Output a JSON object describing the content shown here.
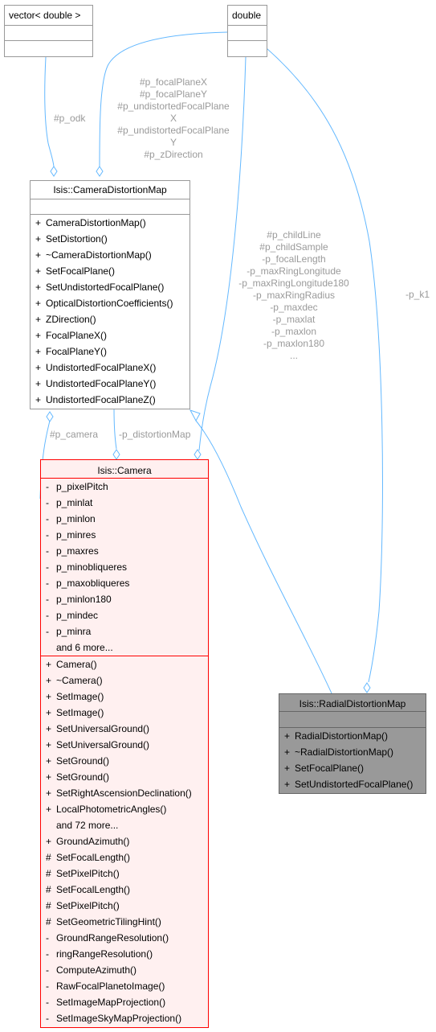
{
  "nodes": {
    "vector": {
      "title": "vector< double >"
    },
    "double": {
      "title": "double"
    },
    "cdm": {
      "title": "Isis::CameraDistortionMap",
      "methods": [
        {
          "prefix": "+",
          "name": "CameraDistortionMap()"
        },
        {
          "prefix": "+",
          "name": "SetDistortion()"
        },
        {
          "prefix": "+",
          "name": "~CameraDistortionMap()"
        },
        {
          "prefix": "+",
          "name": "SetFocalPlane()"
        },
        {
          "prefix": "+",
          "name": "SetUndistortedFocalPlane()"
        },
        {
          "prefix": "+",
          "name": "OpticalDistortionCoefficients()"
        },
        {
          "prefix": "+",
          "name": "ZDirection()"
        },
        {
          "prefix": "+",
          "name": "FocalPlaneX()"
        },
        {
          "prefix": "+",
          "name": "FocalPlaneY()"
        },
        {
          "prefix": "+",
          "name": "UndistortedFocalPlaneX()"
        },
        {
          "prefix": "+",
          "name": "UndistortedFocalPlaneY()"
        },
        {
          "prefix": "+",
          "name": "UndistortedFocalPlaneZ()"
        }
      ]
    },
    "camera": {
      "title": "Isis::Camera",
      "attributes": [
        {
          "prefix": "-",
          "name": "p_pixelPitch"
        },
        {
          "prefix": "-",
          "name": "p_minlat"
        },
        {
          "prefix": "-",
          "name": "p_minlon"
        },
        {
          "prefix": "-",
          "name": "p_minres"
        },
        {
          "prefix": "-",
          "name": "p_maxres"
        },
        {
          "prefix": "-",
          "name": "p_minobliqueres"
        },
        {
          "prefix": "-",
          "name": "p_maxobliqueres"
        },
        {
          "prefix": "-",
          "name": "p_minlon180"
        },
        {
          "prefix": "-",
          "name": "p_mindec"
        },
        {
          "prefix": "-",
          "name": "p_minra"
        },
        {
          "prefix": "",
          "name": "and 6 more..."
        }
      ],
      "methods": [
        {
          "prefix": "+",
          "name": "Camera()"
        },
        {
          "prefix": "+",
          "name": "~Camera()"
        },
        {
          "prefix": "+",
          "name": "SetImage()"
        },
        {
          "prefix": "+",
          "name": "SetImage()"
        },
        {
          "prefix": "+",
          "name": "SetUniversalGround()"
        },
        {
          "prefix": "+",
          "name": "SetUniversalGround()"
        },
        {
          "prefix": "+",
          "name": "SetGround()"
        },
        {
          "prefix": "+",
          "name": "SetGround()"
        },
        {
          "prefix": "+",
          "name": "SetRightAscensionDeclination()"
        },
        {
          "prefix": "+",
          "name": "LocalPhotometricAngles()"
        },
        {
          "prefix": "",
          "name": "and 72 more..."
        },
        {
          "prefix": "+",
          "name": "GroundAzimuth()"
        },
        {
          "prefix": "#",
          "name": "SetFocalLength()"
        },
        {
          "prefix": "#",
          "name": "SetPixelPitch()"
        },
        {
          "prefix": "#",
          "name": "SetFocalLength()"
        },
        {
          "prefix": "#",
          "name": "SetPixelPitch()"
        },
        {
          "prefix": "#",
          "name": "SetGeometricTilingHint()"
        },
        {
          "prefix": "-",
          "name": "GroundRangeResolution()"
        },
        {
          "prefix": "-",
          "name": "ringRangeResolution()"
        },
        {
          "prefix": "-",
          "name": "ComputeAzimuth()"
        },
        {
          "prefix": "-",
          "name": "RawFocalPlanetoImage()"
        },
        {
          "prefix": "-",
          "name": "SetImageMapProjection()"
        },
        {
          "prefix": "-",
          "name": "SetImageSkyMapProjection()"
        }
      ]
    },
    "rdm": {
      "title": "Isis::RadialDistortionMap",
      "methods": [
        {
          "prefix": "+",
          "name": "RadialDistortionMap()"
        },
        {
          "prefix": "+",
          "name": "~RadialDistortionMap()"
        },
        {
          "prefix": "+",
          "name": "SetFocalPlane()"
        },
        {
          "prefix": "+",
          "name": "SetUndistortedFocalPlane()"
        }
      ]
    }
  },
  "edge_labels": {
    "odk": "#p_odk",
    "focal": [
      "#p_focalPlaneX",
      "#p_focalPlaneY",
      "#p_undistortedFocalPlane",
      "X",
      "#p_undistortedFocalPlane",
      "Y",
      "#p_zDirection"
    ],
    "camera_members": [
      "#p_childLine",
      "#p_childSample",
      "-p_focalLength",
      "-p_maxRingLongitude",
      "-p_maxRingLongitude180",
      "-p_maxRingRadius",
      "-p_maxdec",
      "-p_maxlat",
      "-p_maxlon",
      "-p_maxlon180",
      "..."
    ],
    "k1": "-p_k1",
    "p_camera": "#p_camera",
    "p_distortionMap": "-p_distortionMap"
  },
  "colors": {
    "edge": "#63b8ff",
    "node_border": "#999999",
    "camera_border": "#ff0000",
    "camera_fill": "#fff0f0",
    "rdm_fill": "#999999",
    "label": "#9a9a9a"
  }
}
